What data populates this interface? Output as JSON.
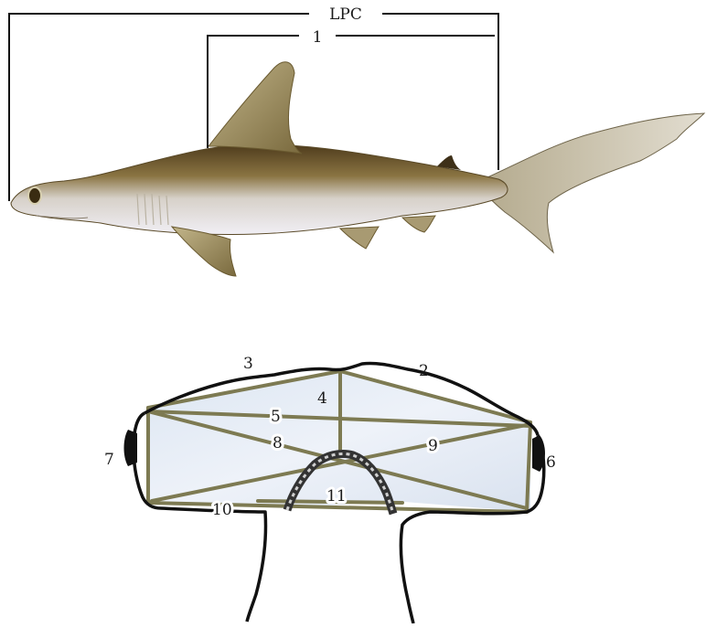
{
  "top_diagram": {
    "bracket_outer_label": "LPC",
    "bracket_inner_label": "1"
  },
  "head_diagram": {
    "labels": {
      "m2": "2",
      "m3": "3",
      "m4": "4",
      "m5": "5",
      "m6": "6",
      "m7": "7",
      "m8": "8",
      "m9": "9",
      "m10": "10",
      "m11": "11"
    }
  },
  "colors": {
    "bracket": "#111111",
    "measure_line": "#7d7a52",
    "head_outline": "#111111",
    "shark_dorsal": "#5e4a26",
    "shark_belly": "#e9e6ee"
  }
}
